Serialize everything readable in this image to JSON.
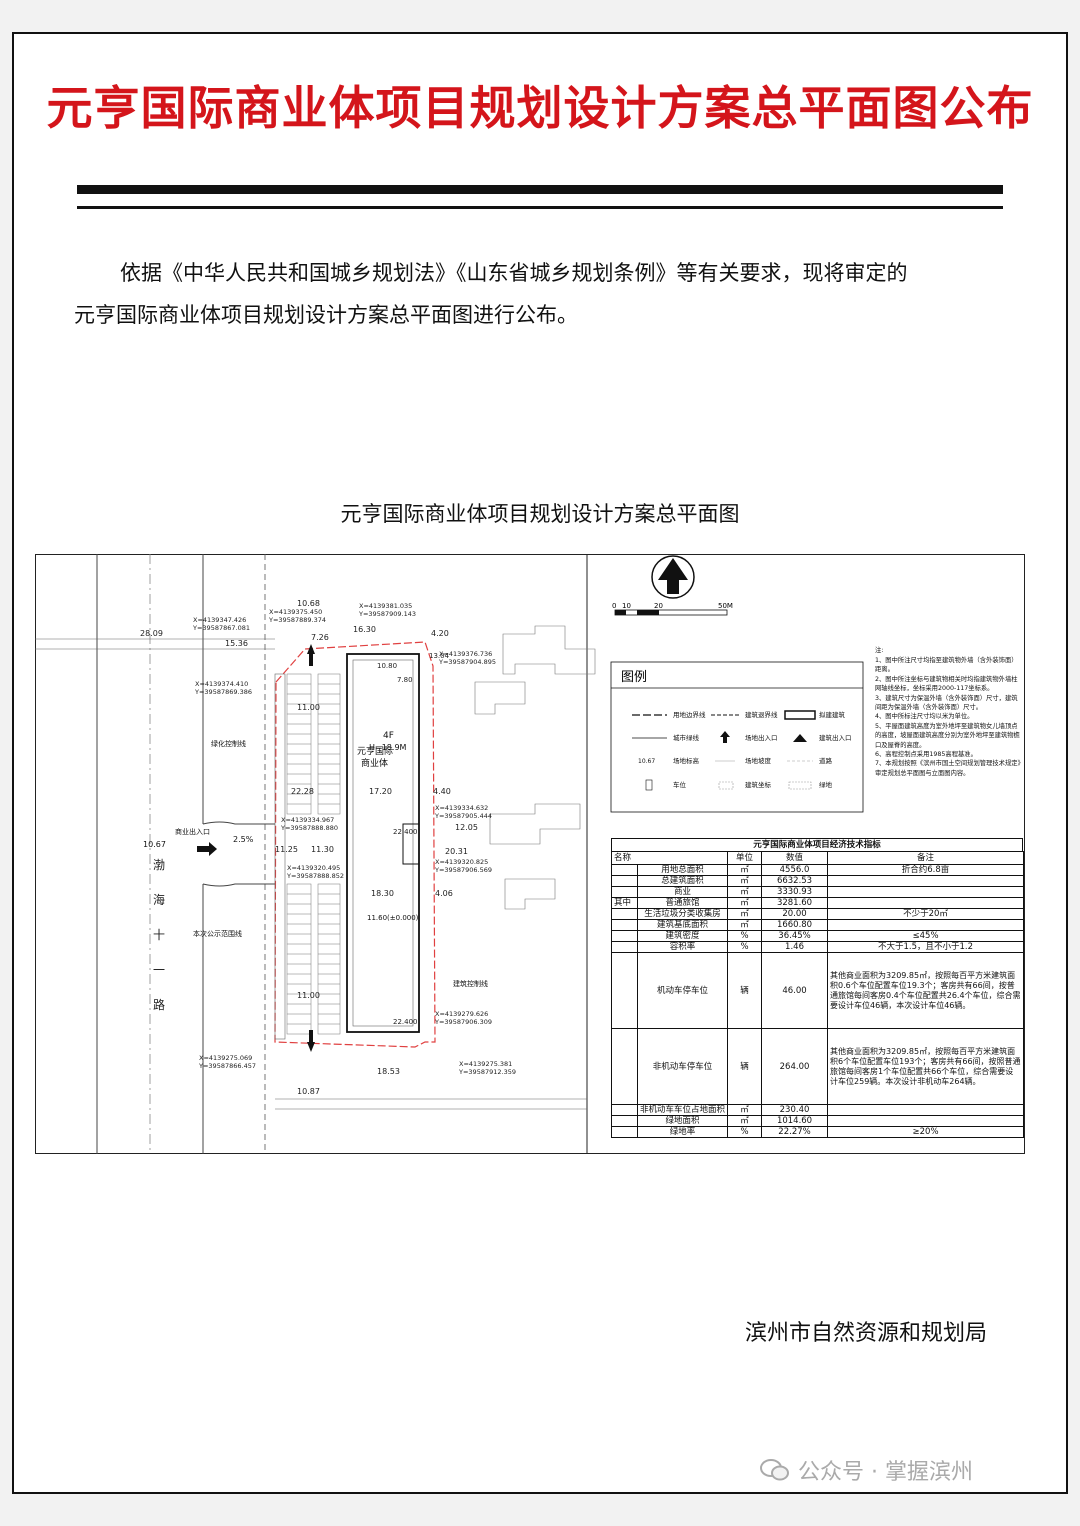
{
  "headline": "元亨国际商业体项目规划设计方案总平面图公布",
  "intro": {
    "line1": "依据《中华人民共和国城乡规划法》《山东省城乡规划条例》等有关要求，现将审定的",
    "line2": "元亨国际商业体项目规划设计方案总平面图进行公布。"
  },
  "plan_title": "元亨国际商业体项目规划设计方案总平面图",
  "site_plan": {
    "road_name": [
      "渤",
      "海",
      "十",
      "一",
      "路"
    ],
    "building_name": [
      "元亨国际",
      "商业体"
    ],
    "building_floors": "4F",
    "building_height": "H=18.9M",
    "entrance_label": "商业出入口",
    "slope": "2.5%",
    "level_mark": "10.67",
    "ground_level": "11.60(±0.000)",
    "green_line_label": "绿化控制线",
    "fence_label": "本次公示范围线",
    "build_line_label": "建筑控制线",
    "dims": [
      "28.09",
      "15.36",
      "10.68",
      "16.30",
      "4.20",
      "7.26",
      "22.28",
      "17.20",
      "4.40",
      "12.05",
      "20.31",
      "18.30",
      "4.06",
      "11.25",
      "11.30",
      "11.00",
      "11.00",
      "10.87",
      "18.53",
      "22.400",
      "22.400",
      "10.80",
      "13.04",
      "7.80"
    ],
    "coords": [
      "X=4139347.426",
      "Y=39587867.081",
      "X=4139375.450",
      "Y=39587889.374",
      "X=4139381.035",
      "Y=39587909.143",
      "X=4139376.736",
      "Y=39587904.895",
      "X=4139374.410",
      "Y=39587869.386",
      "X=4139334.632",
      "Y=39587905.444",
      "X=4139334.967",
      "Y=39587888.880",
      "X=4139320.825",
      "Y=39587906.569",
      "X=4139320.495",
      "Y=39587888.852",
      "X=4139279.626",
      "Y=39587906.309",
      "X=4139275.069",
      "Y=39587866.457",
      "X=4139275.381",
      "Y=39587912.359"
    ]
  },
  "scale_bar": {
    "ticks": [
      "0",
      "10",
      "20",
      "50M"
    ]
  },
  "legend": {
    "title": "图例",
    "items": [
      "用地边界线",
      "建筑退界线",
      "拟建建筑",
      "城市绿线",
      "场地出入口",
      "建筑出入口",
      "场地标高",
      "场地坡度",
      "道路",
      "车位",
      "建筑坐标",
      "绿地"
    ],
    "level_sample": "10.67"
  },
  "notes": [
    "注:",
    "1、图中所注尺寸均指至建筑物外墙（含外装饰面）距离。",
    "2、图中所注坐标与建筑物相关时均指建筑物外墙柱网轴线坐标，坐标采用2000-117坐标系。",
    "3、建筑尺寸为保温外墙（含外装饰面）尺寸，建筑间距为保温外墙（含外装饰面）尺寸。",
    "4、图中所标注尺寸均以米为单位。",
    "5、平屋面建筑高度为室外地坪至建筑物女儿墙顶点的高度，坡屋面建筑高度分别为室外地坪至建筑物檐口及屋脊的高度。",
    "6、高程控制点采用1985高程基准。",
    "7、本规划按照《滨州市国土空间规划管理技术规定》审定规划总平面图与立面图内容。"
  ],
  "indicators": {
    "title": "元亨国际商业体项目经济技术指标",
    "headers": [
      "名称",
      "单位",
      "数值",
      "备注"
    ],
    "rows": [
      {
        "sub": "",
        "name": "用地总面积",
        "unit": "㎡",
        "value": "4556.0",
        "note": "折合约6.8亩"
      },
      {
        "sub": "",
        "name": "总建筑面积",
        "unit": "㎡",
        "value": "6632.53",
        "note": ""
      },
      {
        "sub": "",
        "name": "商业",
        "unit": "㎡",
        "value": "3330.93",
        "note": ""
      },
      {
        "sub": "其中",
        "name": "普通旅馆",
        "unit": "㎡",
        "value": "3281.60",
        "note": ""
      },
      {
        "sub": "",
        "name": "生活垃圾分类收集房",
        "unit": "㎡",
        "value": "20.00",
        "note": "不少于20㎡"
      },
      {
        "sub": "",
        "name": "建筑基底面积",
        "unit": "㎡",
        "value": "1660.80",
        "note": ""
      },
      {
        "sub": "",
        "name": "建筑密度",
        "unit": "%",
        "value": "36.45%",
        "note": "≤45%"
      },
      {
        "sub": "",
        "name": "容积率",
        "unit": "%",
        "value": "1.46",
        "note": "不大于1.5，且不小于1.2"
      },
      {
        "sub": "",
        "name": "机动车停车位",
        "unit": "辆",
        "value": "46.00",
        "note": "其他商业面积为3209.85㎡，按照每百平方米建筑面积0.6个车位配置车位19.3个；客房共有66间，按普通旅馆每间客房0.4个车位配置共26.4个车位，综合需要设计车位46辆，本次设计车位46辆。"
      },
      {
        "sub": "",
        "name": "非机动车停车位",
        "unit": "辆",
        "value": "264.00",
        "note": "其他商业面积为3209.85㎡，按照每百平方米建筑面积6个车位配置车位193个；客房共有66间，按照普通旅馆每间客房1个车位配置共66个车位，综合需要设计车位259辆。本次设计非机动车264辆。"
      },
      {
        "sub": "",
        "name": "非机动车车位占地面积",
        "unit": "㎡",
        "value": "230.40",
        "note": ""
      },
      {
        "sub": "",
        "name": "绿地面积",
        "unit": "㎡",
        "value": "1014.60",
        "note": ""
      },
      {
        "sub": "",
        "name": "绿地率",
        "unit": "%",
        "value": "22.27%",
        "note": "≥20%"
      }
    ]
  },
  "signature": "滨州市自然资源和规划局",
  "watermark": "公众号 · 掌握滨州",
  "colors": {
    "headline": "#d4151b",
    "boundary": "#e04040"
  }
}
